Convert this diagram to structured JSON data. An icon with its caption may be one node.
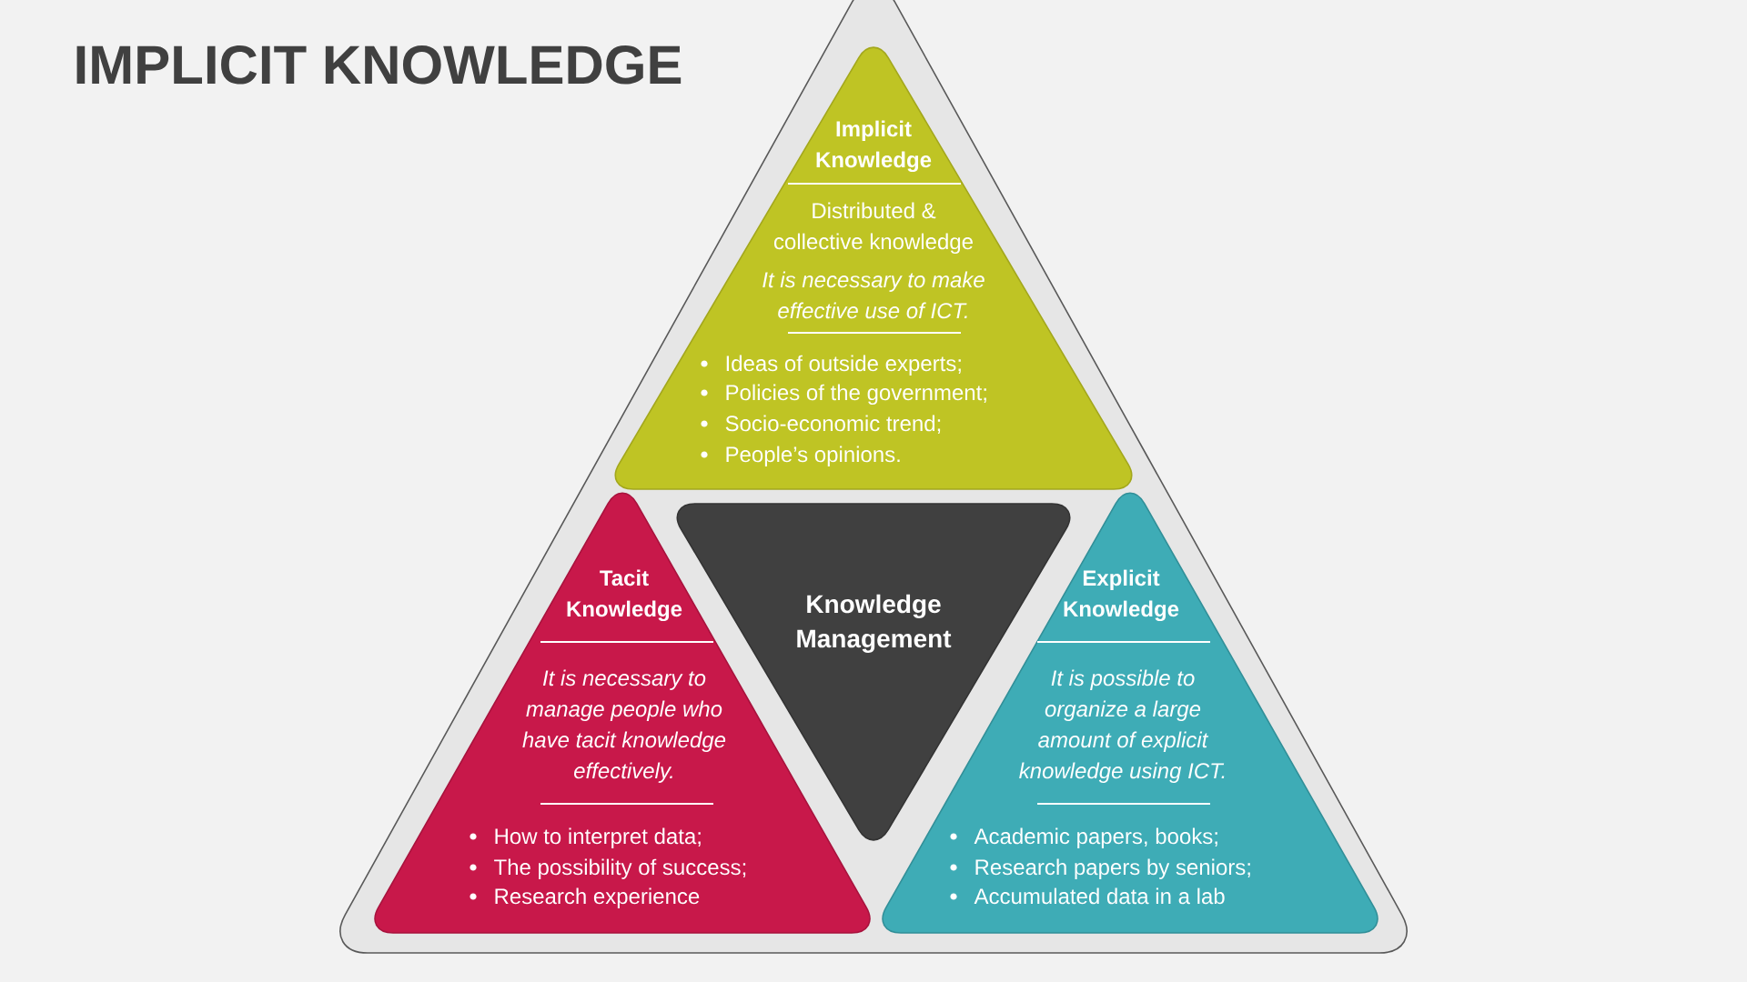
{
  "diagram": {
    "title": "IMPLICIT KNOWLEDGE",
    "nodes": [
      {
        "text": [
          "Implicit Knowledge",
          "Distributed & collective knowledge",
          "It is necessary to make effective use of ICT.",
          "Ideas of outside experts;",
          "Policies of the government;",
          "Socio-economic trend;",
          "People’s opinions."
        ]
      },
      {
        "text": [
          "Tacit Knowledge",
          "It is necessary to manage people who have tacit knowledge effectively.",
          "How to interpret data;",
          "The possibility of success;",
          "Research experience"
        ]
      },
      {
        "text": [
          "Knowledge Management"
        ]
      },
      {
        "text": [
          "Explicit Knowledge",
          "It is possible to organize a large amount of explicit knowledge using ICT.",
          "Academic papers, books;",
          "Research papers by seniors;",
          "Accumulated data in a lab"
        ]
      }
    ]
  }
}
